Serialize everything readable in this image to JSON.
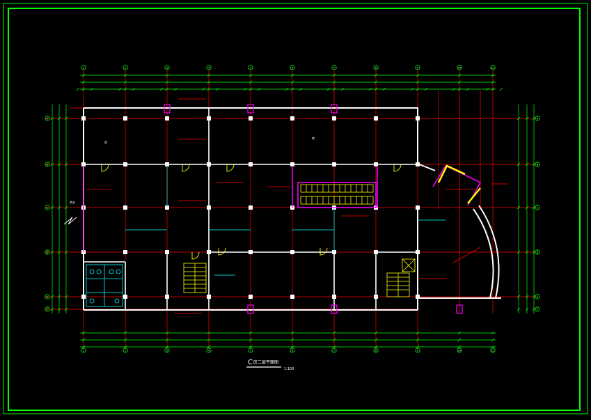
{
  "drawing": {
    "title_mark": "C",
    "title": "区二层平面图",
    "scale": "1:100",
    "room_label_top_left": "商",
    "room_label_top_center": "商",
    "left_side_label": "商业",
    "grid_top_labels": [
      "1",
      "2",
      "3",
      "4",
      "5",
      "6",
      "7",
      "8",
      "9",
      "10",
      "11"
    ],
    "grid_left_labels": [
      "A",
      "B",
      "C",
      "D",
      "E",
      "F"
    ]
  },
  "colors": {
    "frame": "#00ff00",
    "grid_line": "#ff0000",
    "wall": "#ffffff",
    "dimension": "#00ff00",
    "partition": "#ff00ff",
    "stair": "#ffff00",
    "annotation": "#ff0000",
    "cyan": "#00ffff",
    "background": "#000000"
  }
}
